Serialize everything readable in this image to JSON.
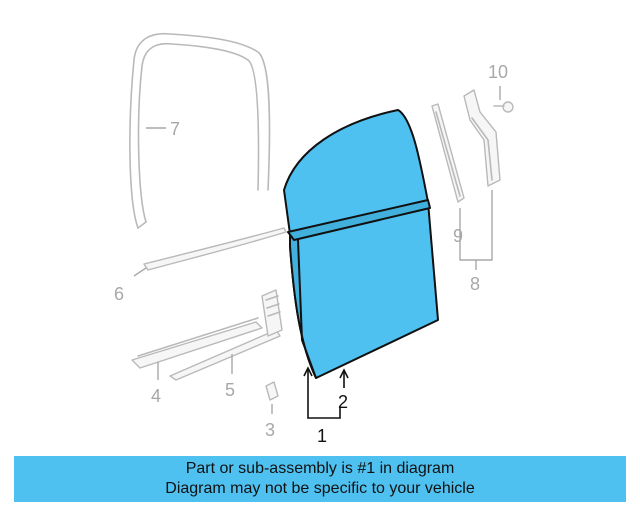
{
  "callouts": [
    {
      "id": "1",
      "label": "1",
      "highlighted": true
    },
    {
      "id": "2",
      "label": "2",
      "highlighted": true
    },
    {
      "id": "3",
      "label": "3",
      "highlighted": false
    },
    {
      "id": "4",
      "label": "4",
      "highlighted": false
    },
    {
      "id": "5",
      "label": "5",
      "highlighted": false
    },
    {
      "id": "6",
      "label": "6",
      "highlighted": false
    },
    {
      "id": "7",
      "label": "7",
      "highlighted": false
    },
    {
      "id": "8",
      "label": "8",
      "highlighted": false
    },
    {
      "id": "9",
      "label": "9",
      "highlighted": false
    },
    {
      "id": "10",
      "label": "10",
      "highlighted": false
    }
  ],
  "banner": {
    "line1": "Part or sub-assembly is #1 in diagram",
    "line2": "Diagram may not be specific to your vehicle"
  },
  "colors": {
    "highlight": "#4fc1f0",
    "ghost": "#b9b9b9",
    "outline": "#111111"
  }
}
